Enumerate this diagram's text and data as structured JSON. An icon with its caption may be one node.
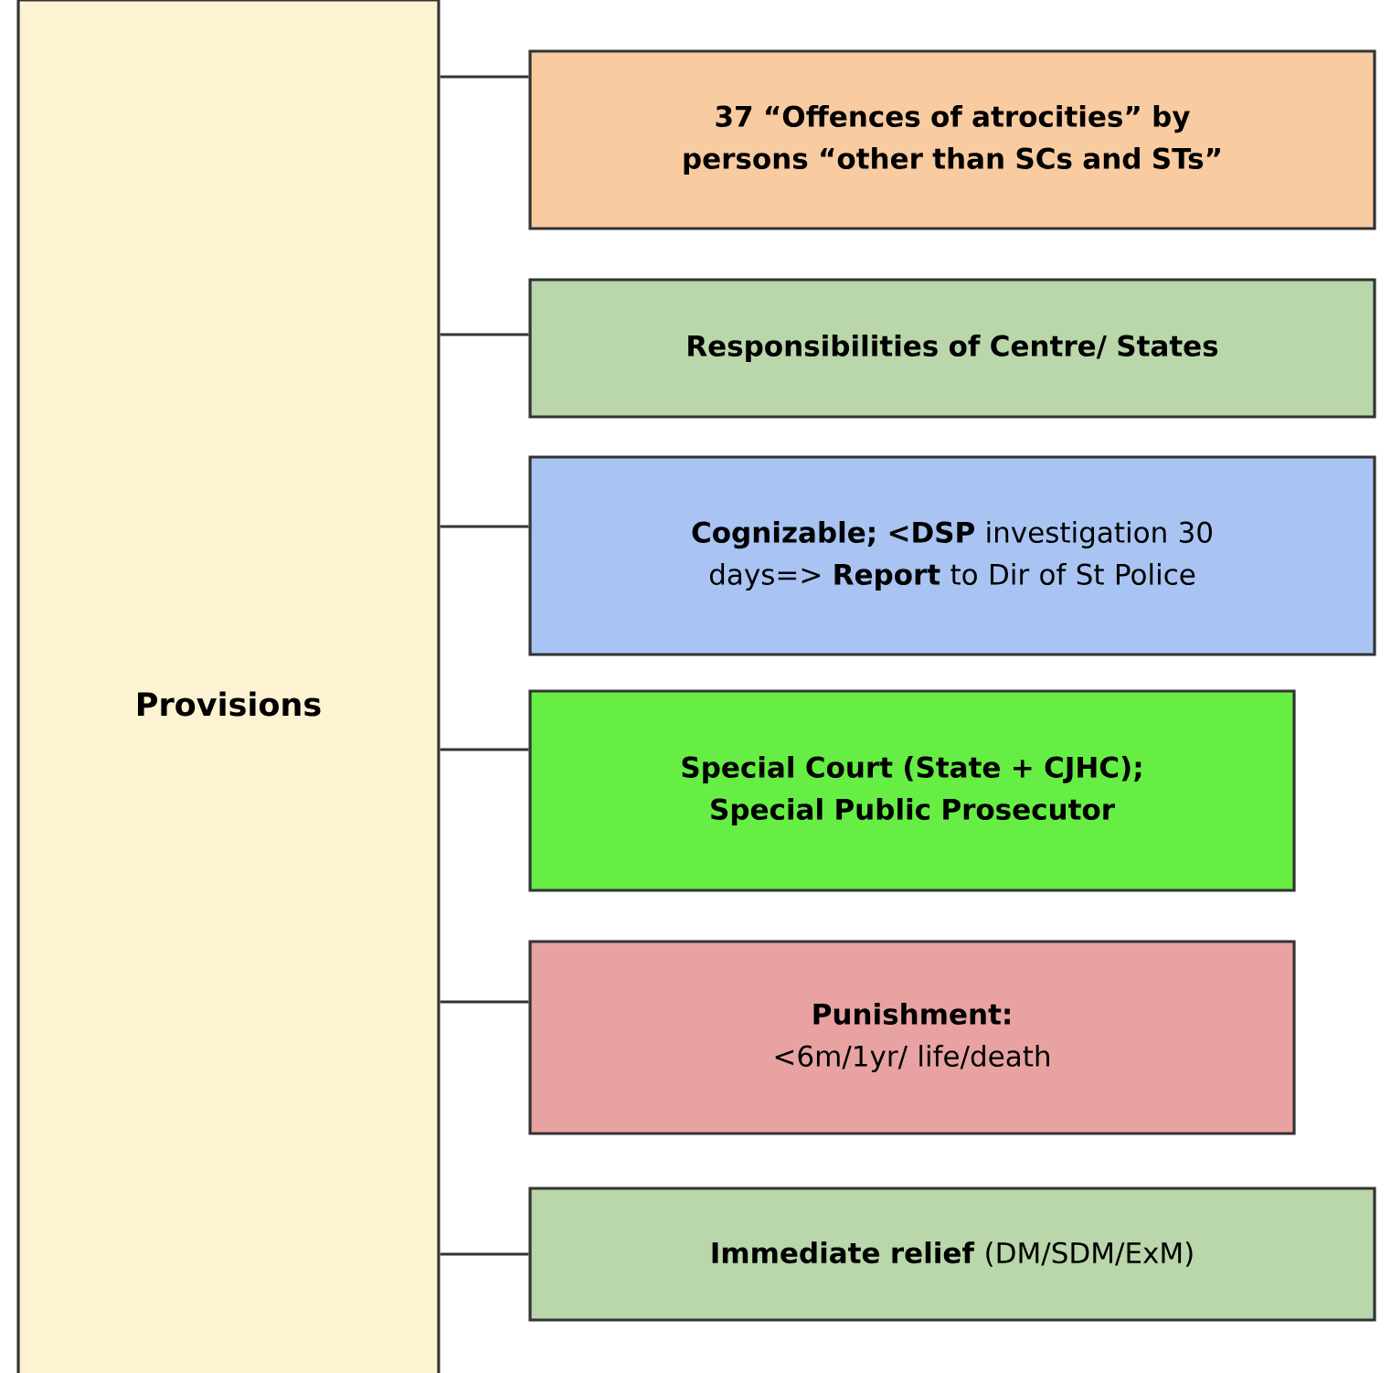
{
  "diagram": {
    "nodes": [
      {
        "text": [
          "Provisions"
        ]
      },
      {
        "text": [
          "37 “Offences of atrocities” by persons “other than SCs and STs”"
        ]
      },
      {
        "text": [
          "Responsibilities of Centre/ States"
        ]
      },
      {
        "text": [
          "**Cognizable; <DSP** investigation 30 days=> **Report** to Dir of St Police"
        ]
      },
      {
        "text": [
          "Special Court (State + CJHC); Special Public Prosecutor"
        ]
      },
      {
        "text": [
          "**Punishment:** <6m/1yr/ life/death"
        ]
      },
      {
        "text": [
          "**Immediate relief** (DM/SDM/ExM)"
        ]
      }
    ],
    "edges": [
      {
        "from": 0,
        "to": 1,
        "arrow": "none"
      },
      {
        "from": 0,
        "to": 2,
        "arrow": "none"
      },
      {
        "from": 0,
        "to": 3,
        "arrow": "none"
      },
      {
        "from": 0,
        "to": 4,
        "arrow": "none"
      },
      {
        "from": 0,
        "to": 5,
        "arrow": "none"
      },
      {
        "from": 0,
        "to": 6,
        "arrow": "none"
      }
    ]
  }
}
